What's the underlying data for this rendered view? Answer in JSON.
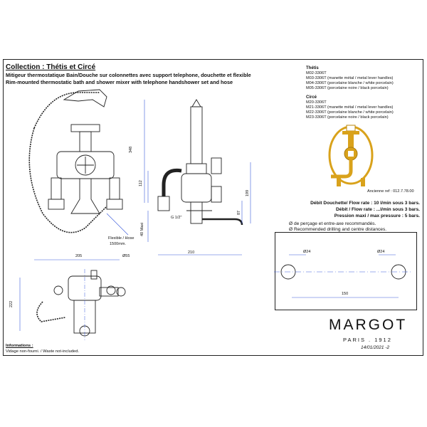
{
  "header": {
    "collection": "Collection : Thétis et Circé",
    "title_fr": "Mitigeur thermostatique Bain/Douche sur colonnettes avec support telephone, douchette et flexible",
    "title_en": "Rim-mounted thermostatic bath and shower mixer with telephone handshower set and hose"
  },
  "references": {
    "thetis": {
      "heading": "Thétis",
      "items": [
        "M02-3306T",
        "M03-3306T (manette métal / metal lever handles)",
        "M04-3306T (porcelaine blanche / white porcelain)",
        "M05-3306T (porcelaine noire / black porcelain)"
      ]
    },
    "circe": {
      "heading": "Circé",
      "items": [
        "M20-3306T",
        "M21-3306T (manette métal / metal lever handles)",
        "M22-3306T (porcelaine blanche / white porcelain)",
        "M23-3306T (porcelaine noire / black porcelain)"
      ]
    }
  },
  "old_reference": "Ancienne ref : 012.7.78.00",
  "specs": [
    "Débit Douchette/ Flow rate : 10 l/min sous 3 bars.",
    "Débit / Flow rate : ...l/min sous 3 bars.",
    "Pression maxi / max pressure : 5 bars."
  ],
  "drilling": {
    "fr": "Ø de perçage et entre-axe recommandés.",
    "en": "Ø Recommended drilling and centre distances.",
    "hole_left": "Ø24",
    "hole_right": "Ø24",
    "spacing": "150"
  },
  "dimensions": {
    "height_348": "348",
    "height_112": "112",
    "height_199": "199",
    "height_87": "87",
    "thread": "G 1/2\"",
    "max_40": "40 Maxi",
    "length_210": "210",
    "width_205": "205",
    "dia_55": "Ø55",
    "depth_222": "222",
    "hose_note_fr": "Flexible / Hose",
    "hose_note_len": "1500mm."
  },
  "brand": {
    "name": "MARGOT",
    "tagline": "PARIS . 1912",
    "date": "14/01/2021 -2"
  },
  "informations": {
    "heading": "Informations :",
    "text": "Vidage non-fourni. / Waste not-included."
  },
  "colors": {
    "line": "#222222",
    "dim_line": "#3b5bdb",
    "gold": "#d9a21b"
  }
}
